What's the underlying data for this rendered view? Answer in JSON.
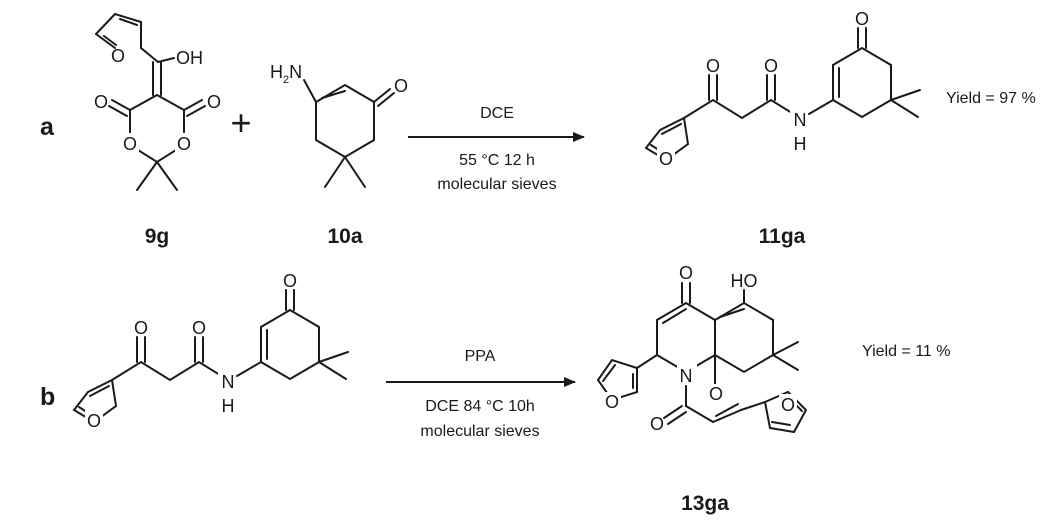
{
  "panels": {
    "a": "a",
    "b": "b"
  },
  "reaction_a": {
    "plus": "+",
    "reagent": "DCE",
    "conditions_line1": "55 °C 12 h",
    "conditions_line2": "molecular sieves",
    "yield": "Yield = 97 %"
  },
  "reaction_b": {
    "reagent": "PPA",
    "conditions_line1": "DCE 84 °C 10h",
    "conditions_line2": "molecular sieves",
    "yield": "Yield = 11 %"
  },
  "compounds": {
    "c9g": "9g",
    "c10a": "10a",
    "c11ga": "11ga",
    "c13ga": "13ga"
  },
  "atoms": {
    "O": "O",
    "OH": "OH",
    "HO": "HO",
    "N": "N",
    "H": "H",
    "H2N_H": "H",
    "H2N_sub": "2",
    "H2N_N": "N"
  }
}
